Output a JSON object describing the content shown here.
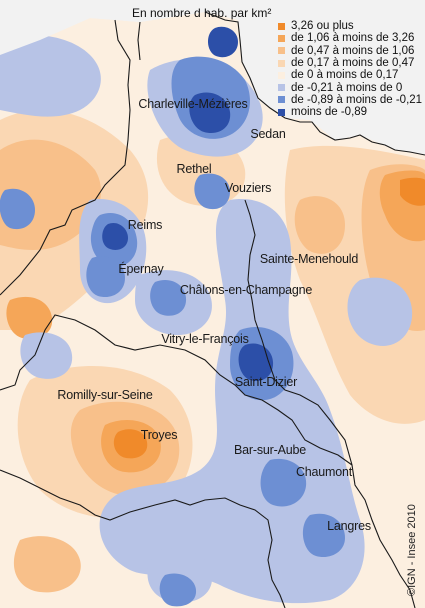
{
  "legend": {
    "title": "En  nombre d hab. par km²",
    "classes": [
      {
        "label": "3,26 ou plus",
        "color": "#f08a2a"
      },
      {
        "label": "de 1,06 à moins de 3,26",
        "color": "#f5a658"
      },
      {
        "label": "de 0,47 à moins de 1,06",
        "color": "#f8c08a"
      },
      {
        "label": "de 0,17 à moins de 0,47",
        "color": "#fad7b3"
      },
      {
        "label": "de 0 à moins de 0,17",
        "color": "#fcefe0"
      },
      {
        "label": "de -0,21 à moins de 0",
        "color": "#b7c3e6"
      },
      {
        "label": "de -0,89 à moins de -0,21",
        "color": "#6d8fd3"
      },
      {
        "label": "moins de -0,89",
        "color": "#2c4fa8"
      }
    ]
  },
  "cities": [
    {
      "name": "Charleville-Mézières"
    },
    {
      "name": "Sedan"
    },
    {
      "name": "Rethel"
    },
    {
      "name": "Vouziers"
    },
    {
      "name": "Reims"
    },
    {
      "name": "Épernay"
    },
    {
      "name": "Sainte-Menehould"
    },
    {
      "name": "Châlons-en-Champagne"
    },
    {
      "name": "Vitry-le-François"
    },
    {
      "name": "Saint-Dizier"
    },
    {
      "name": "Romilly-sur-Seine"
    },
    {
      "name": "Troyes"
    },
    {
      "name": "Bar-sur-Aube"
    },
    {
      "name": "Chaumont"
    },
    {
      "name": "Langres"
    }
  ],
  "credit": "©IGN - Insee 2010",
  "colors": {
    "outside": "#f2f2f2",
    "base": "#fcefe0",
    "borders": "#1a1a1a"
  }
}
